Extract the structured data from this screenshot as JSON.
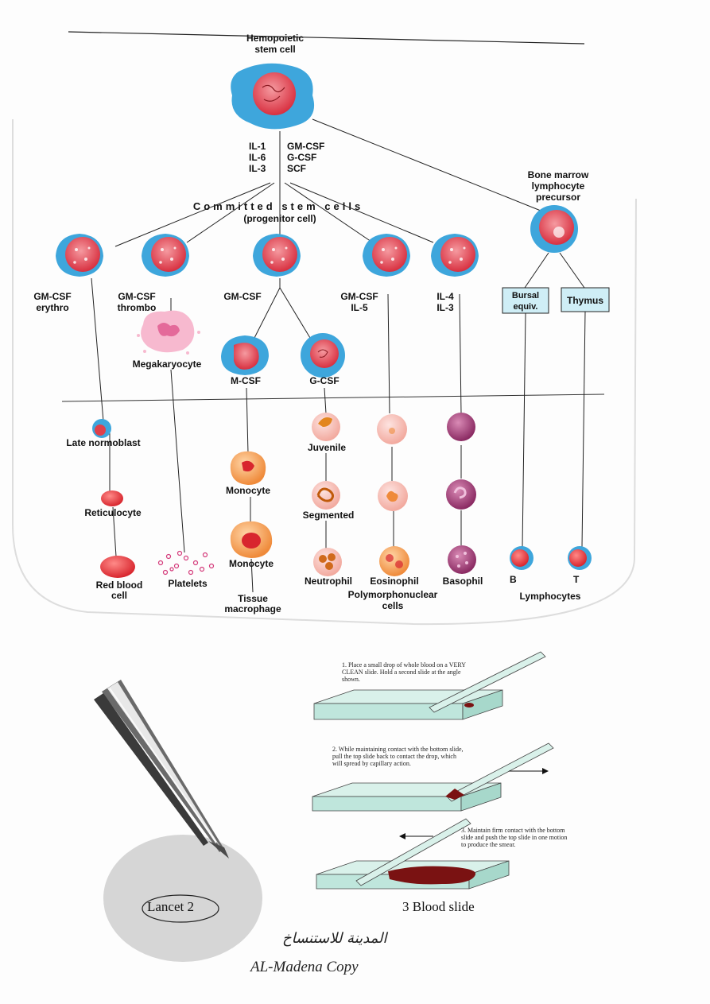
{
  "diagram": {
    "stem_cell": [
      "Hemopoietic",
      "stem cell"
    ],
    "factors_left": [
      "IL-1",
      "IL-6",
      "IL-3"
    ],
    "factors_right": [
      "GM-CSF",
      "G-CSF",
      "SCF"
    ],
    "committed": "Committed stem cells",
    "committed_sub": "(progenitor cell)",
    "lymph_precursor": [
      "Bone marrow",
      "lymphocyte",
      "precursor"
    ],
    "col_factors": {
      "erythro": [
        "GM-CSF",
        "erythro"
      ],
      "thrombo": [
        "GM-CSF",
        "thrombo"
      ],
      "mono": "GM-CSF",
      "eos": [
        "GM-CSF",
        "IL-5"
      ],
      "baso": [
        "IL-4",
        "IL-3"
      ]
    },
    "bursal": [
      "Bursal",
      "equiv."
    ],
    "thymus": "Thymus",
    "megakaryocyte": "Megakaryocyte",
    "m_csf": "M-CSF",
    "g_csf": "G-CSF",
    "late_normoblast": "Late normoblast",
    "reticulocyte": "Reticulocyte",
    "red_blood_cell": [
      "Red blood",
      "cell"
    ],
    "platelets": "Platelets",
    "monocyte_1": "Monocyte",
    "monocyte_2": "Monocyte",
    "tissue_macrophage": [
      "Tissue",
      "macrophage"
    ],
    "juvenile": "Juvenile",
    "segmented": "Segmented",
    "neutrophil": "Neutrophil",
    "eosinophil": "Eosinophil",
    "basophil": "Basophil",
    "polymorph": [
      "Polymorphonuclear",
      "cells"
    ],
    "b": "B",
    "t": "T",
    "lymphocytes": "Lymphocytes"
  },
  "steps": [
    "1.  Place a small drop of whole blood on a VERY CLEAN slide.  Hold a second slide at the angle shown.",
    "2.  While maintaining contact with the bottom slide, pull the top slide back to contact the drop, which will spread by capillary action.",
    "3.  Maintain firm contact with the bottom slide and push the top slide in one motion to produce the smear."
  ],
  "captions": {
    "lancet": "Lancet   2",
    "blood_slide": "3 Blood slide"
  },
  "watermark": {
    "arabic": "المدينة للاستنساخ",
    "latin": "AL-Madena Copy"
  },
  "colors": {
    "nucleus_red": "#e0404a",
    "cytoplasm_blue": "#3ea6dc",
    "box_fill": "#cfeef6",
    "slide_green": "#bfe6dc",
    "blood": "#7a1212"
  }
}
